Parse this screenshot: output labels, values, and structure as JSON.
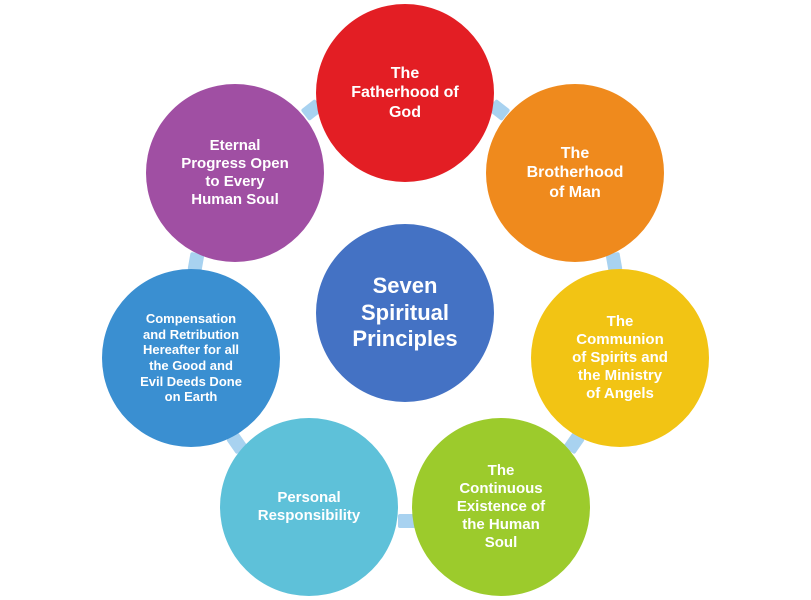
{
  "connector_color": "#a8d2f0",
  "center": {
    "label": "Seven\nSpiritual\nPrinciples",
    "color": "#4472c4"
  },
  "principles": [
    {
      "label": "The\nFatherhood of\nGod",
      "color": "#e31e24"
    },
    {
      "label": "The\nBrotherhood\nof Man",
      "color": "#ef8a1d"
    },
    {
      "label": "The\nCommunion\nof Spirits and\nthe Ministry\nof Angels",
      "color": "#f2c414"
    },
    {
      "label": "The\nContinuous\nExistence of\nthe Human\nSoul",
      "color": "#9ccb2c"
    },
    {
      "label": "Personal\nResponsibility",
      "color": "#5ec1d9"
    },
    {
      "label": "Compensation\nand Retribution\nHereafter for all\nthe Good and\nEvil Deeds Done\non Earth",
      "color": "#3a8fd1"
    },
    {
      "label": "Eternal\nProgress Open\nto Every\nHuman Soul",
      "color": "#a04fa3"
    }
  ]
}
